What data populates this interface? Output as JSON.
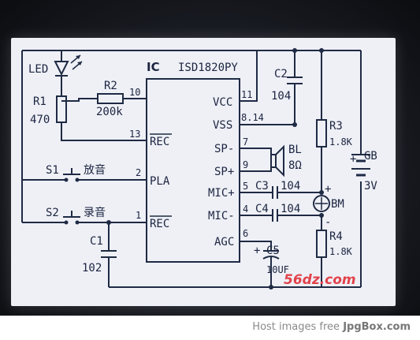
{
  "diagram": {
    "ic_label": "IC",
    "ic_part": "ISD1820PY",
    "components": {
      "led": "LED",
      "r1": "R1",
      "r1_value": "470",
      "r2": "R2",
      "r2_value": "200k",
      "c1": "C1",
      "c1_value": "102",
      "s1": "S1",
      "s1_text": "放音",
      "s2": "S2",
      "s2_text": "录音",
      "c2": "C2",
      "c2_value": "104",
      "r3": "R3",
      "r3_value": "1.8K",
      "r4": "R4",
      "r4_value": "1.8K",
      "bl": "BL",
      "bl_value": "8Ω",
      "c3": "C3",
      "c3_value": "104",
      "c4": "C4",
      "c4_value": "104",
      "bm": "BM",
      "c5": "C5",
      "c5_value": "10UF",
      "gb": "GB",
      "gb_value": "3V",
      "plus_c5": "+",
      "plus_bm": "+",
      "minus_bm": "-",
      "plus_gb": "+"
    },
    "pins_left": [
      {
        "num": "10",
        "name": ""
      },
      {
        "num": "13",
        "name": "REC"
      },
      {
        "num": "2",
        "name": "PLA"
      },
      {
        "num": "1",
        "name": "REC"
      }
    ],
    "pins_right": [
      {
        "num": "11",
        "name": "VCC"
      },
      {
        "num": "8.14",
        "name": "VSS"
      },
      {
        "num": "7",
        "name": "SP-"
      },
      {
        "num": "9",
        "name": "SP+"
      },
      {
        "num": "5",
        "name": "MIC+"
      },
      {
        "num": "4",
        "name": "MIC-"
      },
      {
        "num": "6",
        "name": "AGC"
      }
    ],
    "watermark": "56dz.com"
  },
  "footer": {
    "text": "Host images free ",
    "brand": "JpgBox.com"
  },
  "colors": {
    "ink": "#1f2a44",
    "panel": "#eef0f6",
    "watermark_red": "#e2424a",
    "watermark_blue": "#3f7fd0"
  }
}
